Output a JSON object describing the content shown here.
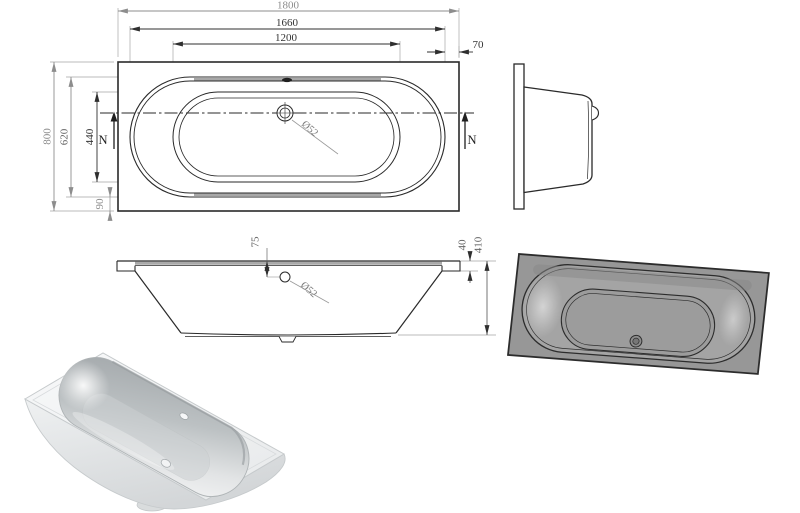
{
  "drawing": {
    "plan": {
      "dim_length_overall": "1800",
      "dim_length_rim": "1660",
      "dim_length_bottom": "1200",
      "dim_end_offset": "70",
      "dim_width_overall": "800",
      "dim_width_rim": "620",
      "dim_width_bottom": "440",
      "dim_side_offset": "90",
      "section_label_left": "N",
      "section_label_right": "N",
      "waste_diameter": "Ø52"
    },
    "side": {
      "dim_overflow_drop": "75",
      "dim_rim_edge": "40",
      "dim_height": "410",
      "overflow_diameter": "Ø52"
    },
    "colors": {
      "line": "#2d2d2d",
      "dim_gray": "#8d8d8d",
      "dim_dark": "#333333",
      "shaded_deck": "#979797",
      "shaded_wall": "#a4a4a4",
      "render_rim": "#f4f6f7",
      "render_basin": "#a6abae"
    }
  }
}
